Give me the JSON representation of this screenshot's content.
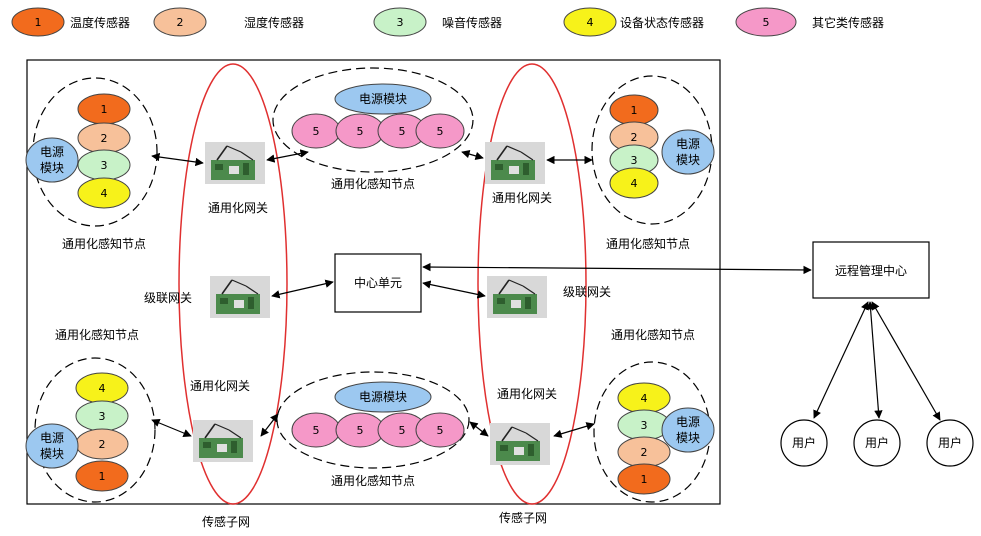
{
  "legend": [
    {
      "num": "1",
      "label": "温度传感器",
      "color": "#f26b1d"
    },
    {
      "num": "2",
      "label": "湿度传感器",
      "color": "#f7c19a"
    },
    {
      "num": "3",
      "label": "噪音传感器",
      "color": "#c8f2c8"
    },
    {
      "num": "4",
      "label": "设备状态传感器",
      "color": "#f7f21a"
    },
    {
      "num": "5",
      "label": "其它类传感器",
      "color": "#f598c8"
    }
  ],
  "power_color": "#9cc8f0",
  "ring_color": "#e03030",
  "labels": {
    "power_module": "电源模块",
    "power_module_l1": "电源",
    "power_module_l2": "模块",
    "sensing_node": "通用化感知节点",
    "gateway": "通用化网关",
    "cascade_gateway": "级联网关",
    "center_unit": "中心单元",
    "remote_center": "远程管理中心",
    "sensor_subnet": "传感子网",
    "user": "用户"
  },
  "sensor_num_5": "5"
}
